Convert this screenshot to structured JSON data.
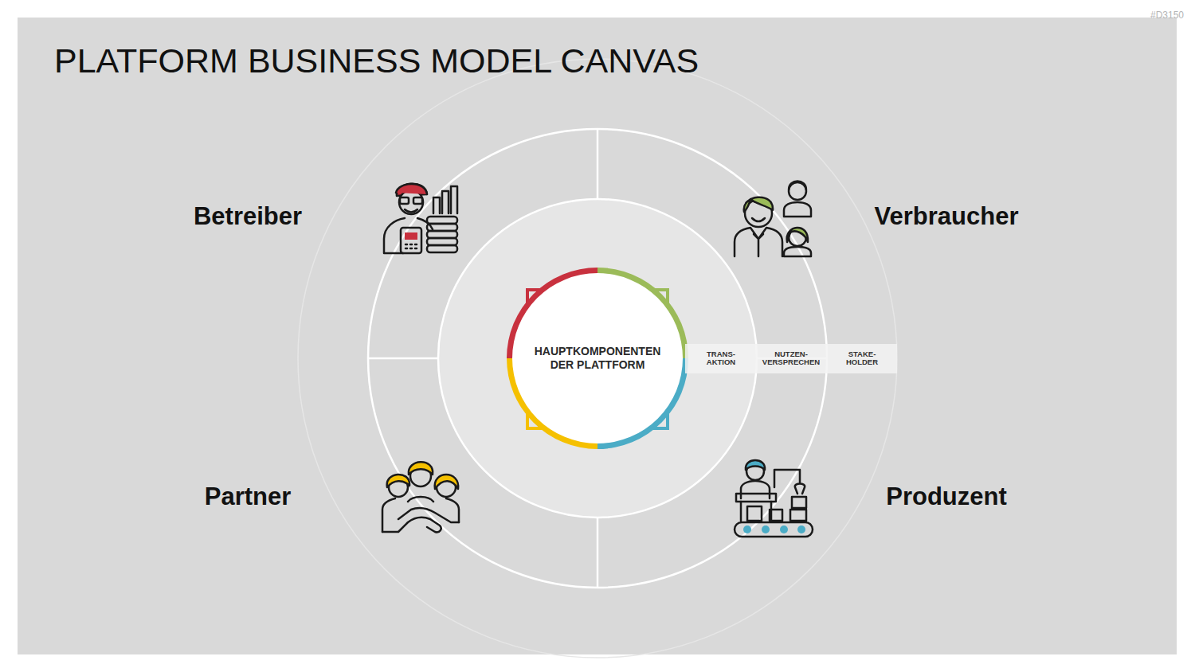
{
  "diagram": {
    "title": "PLATFORM BUSINESS MODEL CANVAS",
    "nodes": [
      {
        "text": [
          "HAUPTKOMPONENTEN DER PLATTFORM"
        ]
      },
      {
        "text": [
          "TRANS- AKTION",
          "NUTZEN- VERSPRECHEN",
          "STAKE- HOLDER"
        ]
      }
    ],
    "labels": [
      "#D3150",
      "Betreiber",
      "Verbraucher",
      "Partner",
      "Produzent"
    ]
  }
}
